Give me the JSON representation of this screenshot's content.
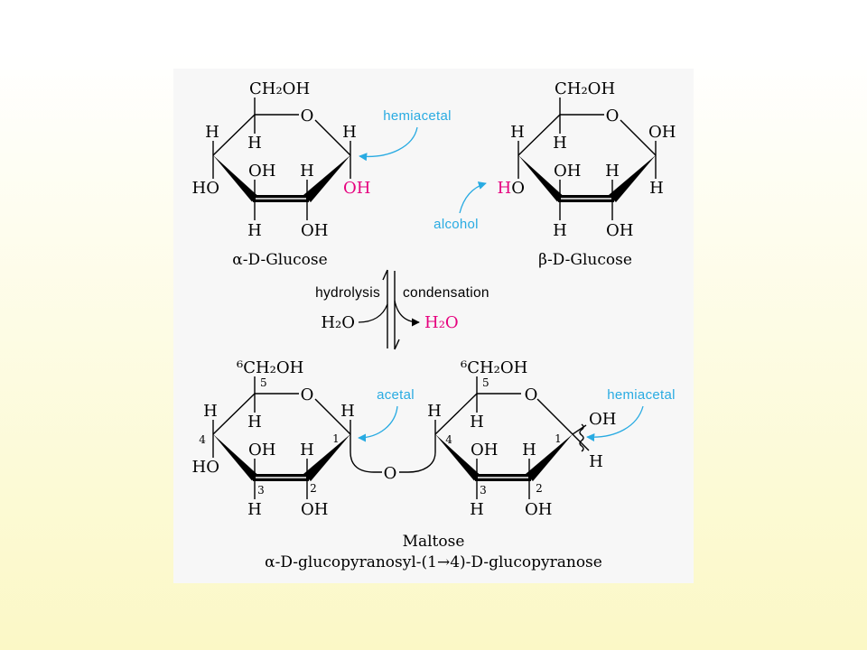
{
  "colors": {
    "background_top": "#ffffff",
    "background_bottom": "#fbf8c6",
    "panel": "#f7f7f7",
    "bond": "#000000",
    "annotation": "#29abe2",
    "highlight": "#e6007e"
  },
  "alpha_glucose": {
    "name": "α-D-Glucose",
    "c6_group": "CH₂OH",
    "ring_oxygen": "O",
    "c1_above": "H",
    "c1_below": "OH",
    "c2_above": "H",
    "c2_below": "OH",
    "c3_above": "OH",
    "c3_below": "H",
    "c4_above": "H",
    "c4_below": "HO",
    "c5_below": "H"
  },
  "beta_glucose": {
    "name": "β-D-Glucose",
    "c6_group": "CH₂OH",
    "ring_oxygen": "O",
    "c1_above": "OH",
    "c1_below": "H",
    "c2_above": "H",
    "c2_below": "OH",
    "c3_above": "OH",
    "c3_below": "H",
    "c4_above": "H",
    "c4_below_h": "H",
    "c4_below_o": "O",
    "c5_below": "H"
  },
  "annotations": {
    "hemiacetal_alpha": "hemiacetal",
    "alcohol_beta": "alcohol",
    "acetal_maltose": "acetal",
    "hemiacetal_maltose": "hemiacetal"
  },
  "reaction": {
    "forward_label": "hydrolysis",
    "reverse_label": "condensation",
    "water_consumed": "H₂O",
    "water_released": "H₂O"
  },
  "maltose": {
    "name": "Maltose",
    "systematic_name": "α-D-glucopyranosyl-(1→4)-D-glucopyranose",
    "glycosidic_oxygen": "O",
    "left_ring": {
      "c6_group": "⁶CH₂OH",
      "ring_oxygen": "O",
      "c1_above": "H",
      "c2_above": "H",
      "c2_below": "OH",
      "c3_above": "OH",
      "c3_below": "H",
      "c4_above": "H",
      "c4_below": "HO",
      "c5_below": "H",
      "numbers": {
        "c1": "1",
        "c2": "2",
        "c3": "3",
        "c4": "4",
        "c5": "5"
      }
    },
    "right_ring": {
      "c6_group": "⁶CH₂OH",
      "ring_oxygen": "O",
      "c1_upper": "OH",
      "c1_lower": "H",
      "c2_above": "H",
      "c2_below": "OH",
      "c3_above": "OH",
      "c3_below": "H",
      "c4_above": "H",
      "c5_below": "H",
      "numbers": {
        "c1": "1",
        "c2": "2",
        "c3": "3",
        "c4": "4",
        "c5": "5"
      }
    }
  }
}
